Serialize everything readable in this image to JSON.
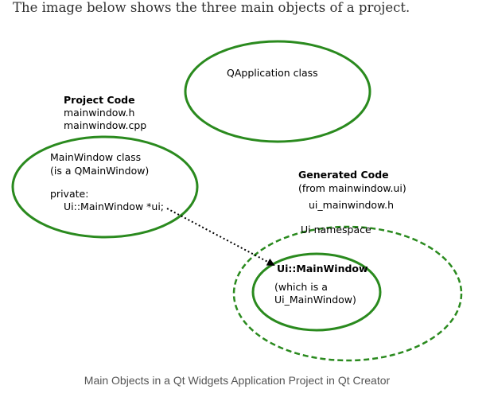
{
  "intro": "The image below shows the three main objects of a project.",
  "colors": {
    "ellipse": "#2a8a1e",
    "arrow": "#000000",
    "caption": "#555555"
  },
  "qapplication": {
    "name": "QApplication",
    "suffix": " class"
  },
  "project_code": {
    "heading": "Project Code",
    "files": [
      "mainwindow.h",
      "mainwindow.cpp"
    ]
  },
  "mainwindow": {
    "name": "MainWindow",
    "suffix": " class",
    "note": "(is a QMainWindow)",
    "private_label": "private:",
    "member": "Ui::MainWindow *ui;"
  },
  "generated_code": {
    "heading": "Generated Code",
    "source": "(from mainwindow.ui)",
    "file": "ui_mainwindow.h"
  },
  "ui_namespace": {
    "name": "Ui",
    "suffix": " namespace"
  },
  "ui_mainwindow": {
    "name": "Ui::MainWindow",
    "note_line1": "(which is a",
    "note_line2": "Ui_MainWindow)"
  },
  "caption": "Main Objects in a Qt Widgets Application Project in Qt Creator"
}
